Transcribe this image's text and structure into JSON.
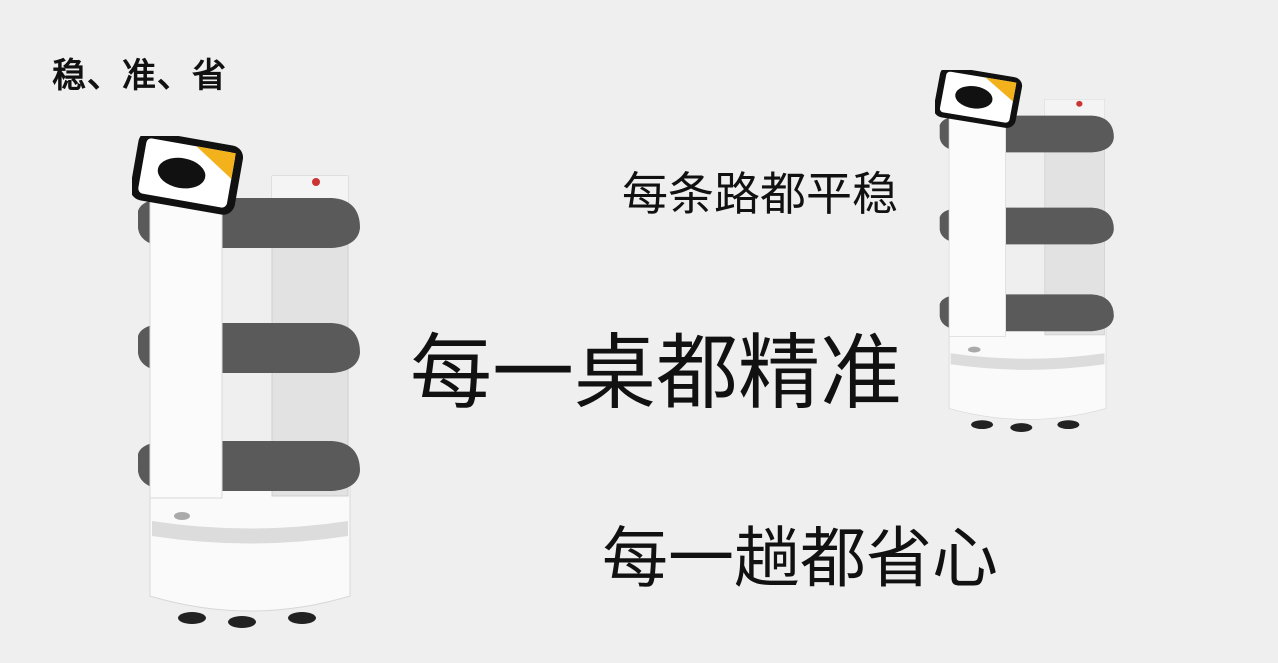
{
  "heading": "稳、准、省",
  "slogans": {
    "line1": "每条路都平稳",
    "line2": "每一桌都精准",
    "line3": "每一趟都省心"
  },
  "colors": {
    "background": "#efefef",
    "shelf": "#5a5a5a",
    "screen_accent": "#f3b21b"
  }
}
